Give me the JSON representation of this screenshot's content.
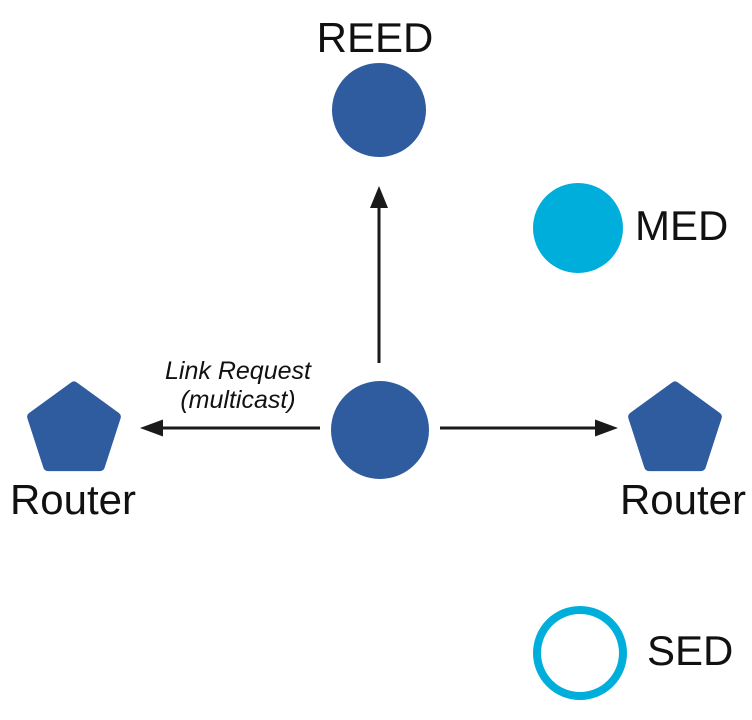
{
  "colors": {
    "node_blue": "#2e5c9e",
    "node_cyan": "#00aedb",
    "arrow": "#1a1a1a",
    "text": "#111111",
    "background": "#ffffff"
  },
  "nodes": {
    "reed": {
      "label": "REED",
      "shape": "filled-circle"
    },
    "center": {
      "label": "",
      "shape": "filled-circle"
    },
    "med": {
      "label": "MED",
      "shape": "filled-circle"
    },
    "sed": {
      "label": "SED",
      "shape": "outlined-circle"
    },
    "router_left": {
      "label": "Router",
      "shape": "pentagon"
    },
    "router_right": {
      "label": "Router",
      "shape": "pentagon"
    }
  },
  "annotation": {
    "line1": "Link Request",
    "line2": "(multicast)"
  },
  "arrows": [
    {
      "from": "center",
      "to": "reed",
      "direction": "up"
    },
    {
      "from": "center",
      "to": "router_left",
      "direction": "left"
    },
    {
      "from": "center",
      "to": "router_right",
      "direction": "right"
    }
  ]
}
